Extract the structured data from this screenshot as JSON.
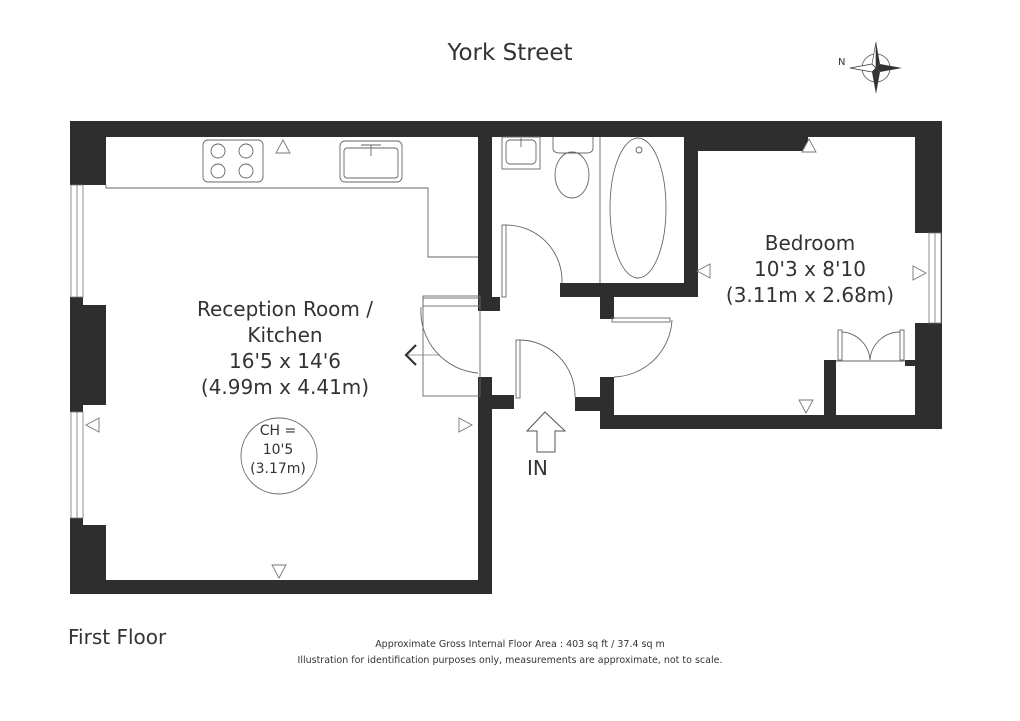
{
  "header": {
    "street_name": "York Street"
  },
  "compass": {
    "label": "N",
    "icon": "compass-rose-icon"
  },
  "rooms": {
    "reception": {
      "name_line1": "Reception Room /",
      "name_line2": "Kitchen",
      "dimensions_imperial": "16'5 x 14'6",
      "dimensions_metric": "(4.99m x 4.41m)"
    },
    "bedroom": {
      "name": "Bedroom",
      "dimensions_imperial": "10'3 x 8'10",
      "dimensions_metric": "(3.11m x 2.68m)"
    }
  },
  "ceiling_height": {
    "label": "CH =",
    "imperial": "10'5",
    "metric": "(3.17m)"
  },
  "entrance": {
    "label": "IN"
  },
  "footer": {
    "floor_name": "First Floor",
    "area_text": "Approximate Gross Internal Floor Area : 403 sq ft / 37.4 sq m",
    "disclaimer": "Illustration for identification purposes only, measurements are approximate, not to scale."
  },
  "colors": {
    "wall": "#2e2e2e",
    "line": "#6a6a6a",
    "text": "#333333",
    "background": "#ffffff"
  }
}
